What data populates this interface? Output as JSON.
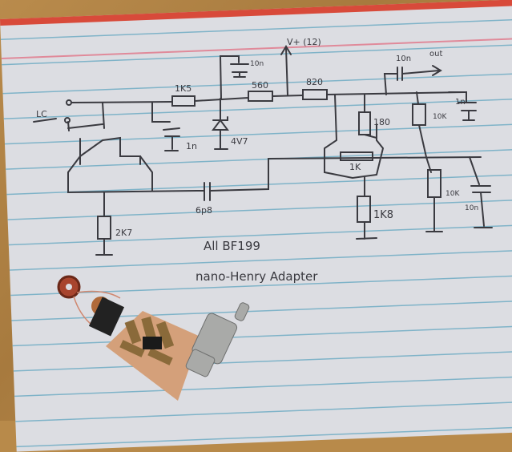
{
  "schematic": {
    "labels": {
      "lc": "LC",
      "r1": "1K5",
      "c_top": "10n",
      "r2": "560",
      "vplus": "V+ (12)",
      "r3": "820",
      "c_out": "10n",
      "out": "out",
      "c1n_left": "1n",
      "zener": "4V7",
      "r180": "180",
      "r10k_top": "10K",
      "c1n_right": "1n",
      "r1k": "1K",
      "r1k8": "1K8",
      "r10k_bot": "10K",
      "c10n_bot": "10n",
      "c6p8": "6p8",
      "r2k7": "2K7"
    },
    "notes": {
      "transistors": "All BF199",
      "title": "nano-Henry Adapter"
    }
  },
  "colors": {
    "paper": "#dcdde2",
    "ink": "#3a3a40",
    "rule_blue": "#7fb3c8",
    "rule_red": "#e08a9a",
    "desk": "#b88a4a"
  }
}
